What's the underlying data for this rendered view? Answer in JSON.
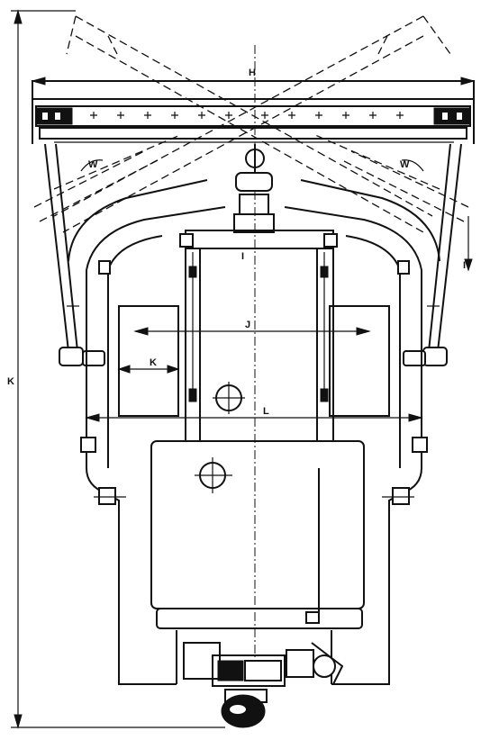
{
  "diagram": {
    "dimension_labels": {
      "overall_height": "K",
      "top_width": "H",
      "inner_width": "J",
      "side_offset": "K",
      "lower_width": "L",
      "arm_angle_left": "W",
      "arm_angle_right": "W",
      "arm_length_top": "I",
      "arm_drop": "I"
    }
  }
}
